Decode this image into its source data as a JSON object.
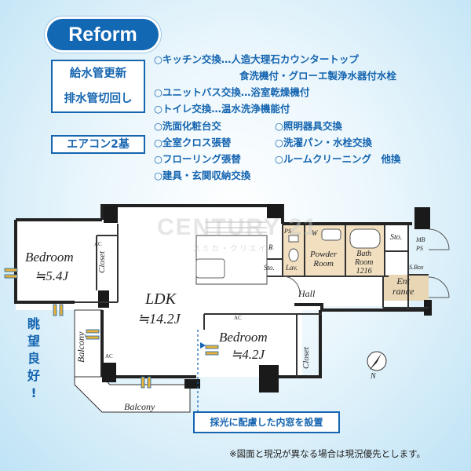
{
  "badge": {
    "label": "Reform"
  },
  "pipe_box": {
    "line1": "給水管更新",
    "line2": "排水管切回し"
  },
  "ac_box": {
    "label": "エアコン2基"
  },
  "reform_items": [
    "○キッチン交換…人造大理石カウンタートップ",
    "食洗機付・グローエ製浄水器付水栓",
    "○ユニットバス交換…浴室乾燥機付",
    "○トイレ交換…温水洗浄機能付",
    "○洗面化粧台交",
    "○照明器具交換",
    "○全室クロス張替",
    "○洗濯パン・水栓交換",
    "○フローリング張替",
    "○ルームクリーニング　他換",
    "○建具・玄関収納交換"
  ],
  "view_text": [
    "眺",
    "望",
    "良",
    "好",
    "!"
  ],
  "rooms": {
    "bedroom1": {
      "name": "Bedroom",
      "size": "≒5.4J"
    },
    "closet1": "Closet",
    "ldk": {
      "name": "LDK",
      "size": "≒14.2J"
    },
    "bedroom2": {
      "name": "Bedroom",
      "size": "≒4.2J"
    },
    "closet2": "Closet",
    "balcony1": "Balcony",
    "balcony2": "Balcony",
    "hall": "Hall",
    "powder_room": [
      "Powder",
      "Room"
    ],
    "bath_room": [
      "Bath",
      "Room",
      "1216"
    ],
    "entrance": [
      "Ent",
      "rance"
    ],
    "lav": "Lav.",
    "sto1": "Sto.",
    "sto2": "Sto.",
    "s_box": "S.Box",
    "mb_ps": [
      "MB",
      "PS"
    ],
    "ps": "PS",
    "w": "W",
    "r": "R",
    "ac1": "AC",
    "ac2": "AC",
    "ac3": "AC"
  },
  "compass": {
    "label": "N"
  },
  "window_note": "採光に配慮した内窓を設置",
  "footnote": "※図面と現況が異なる場合は現況優先とします。",
  "watermark": {
    "brand": "CENTURY 21",
    "sub": "スミカ・クリエイト"
  },
  "colors": {
    "accent": "#1565b0",
    "badge": "#1268b3",
    "wet_area": "#f1dfc0",
    "entrance": "#e8d6b4"
  }
}
